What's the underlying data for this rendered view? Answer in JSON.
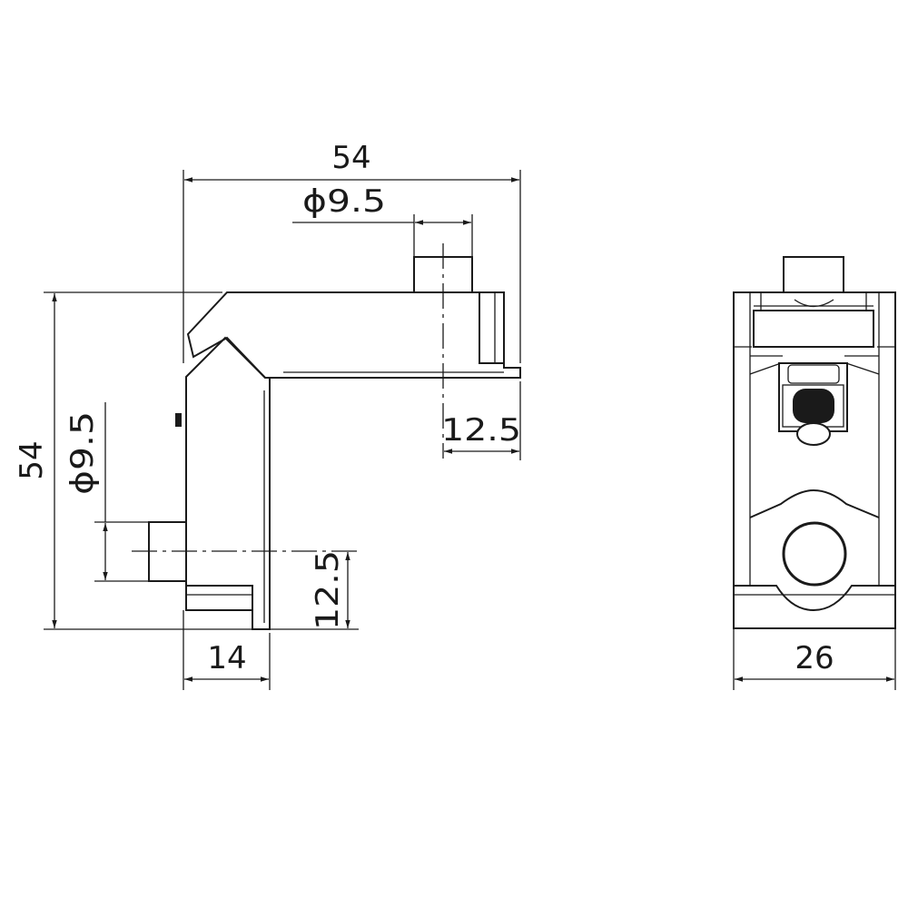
{
  "dimensions": {
    "top_width": "54",
    "top_bore": "ϕ9.5",
    "top_offset": "12.5",
    "left_height": "54",
    "left_bore": "ϕ9.5",
    "bottom_offset": "12.5",
    "bottom_width": "14",
    "end_view_width": "26"
  },
  "colors": {
    "line": "#1a1a1a",
    "background": "#ffffff"
  }
}
